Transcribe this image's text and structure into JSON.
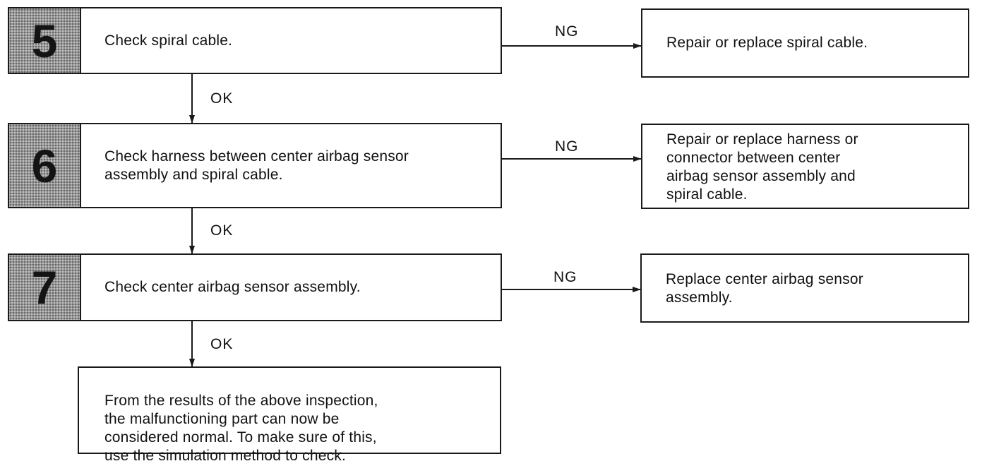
{
  "steps": [
    {
      "number": "5",
      "text": "Check spiral cable.",
      "ng_label": "NG",
      "ng_result": "Repair or replace spiral cable.",
      "ok_label": "OK"
    },
    {
      "number": "6",
      "text": "Check harness between center airbag sensor\nassembly and spiral cable.",
      "ng_label": "NG",
      "ng_result": "Repair or replace harness or\nconnector between center\nairbag sensor assembly and\nspiral cable.",
      "ok_label": "OK"
    },
    {
      "number": "7",
      "text": "Check center airbag sensor assembly.",
      "ng_label": "NG",
      "ng_result": "Replace center airbag sensor\nassembly.",
      "ok_label": "OK"
    }
  ],
  "final_result": "From the results of the above inspection,\nthe malfunctioning part can now be\nconsidered normal. To make sure of this,\nuse the simulation method to check."
}
